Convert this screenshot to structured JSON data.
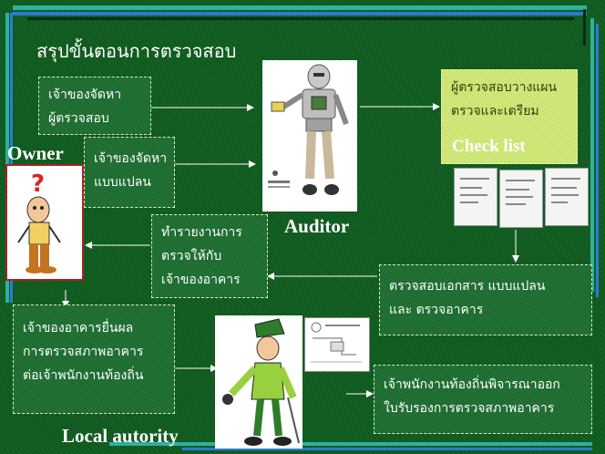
{
  "title": "สรุปขั้นตอนการตรวจสอบ",
  "boxes": {
    "owner_hire": [
      "เจ้าของจัดหา",
      "ผู้ตรวจสอบ"
    ],
    "owner_plan": [
      "เจ้าของจัดหา",
      "แบบแปลน"
    ],
    "auditor_plan": [
      "ผู้ตรวจสอบวางแผน",
      "ตรวจและเตรียม"
    ],
    "inspect": [
      "ตรวจสอบเอกสาร แบบแปลน",
      "และ ตรวจอาคาร"
    ],
    "report": [
      "ทำรายงานการ",
      "ตรวจให้กับ",
      "เจ้าของอาคาร"
    ],
    "submit": [
      "เจ้าของอาคารยื่นผล",
      "การตรวจสภาพอาคาร",
      "ต่อเจ้าพนักงานท้องถิ่น"
    ],
    "certificate": [
      "เจ้าพนักงานท้องถิ่นพิจารณาออก",
      "ใบรับรองการตรวจสภาพอาคาร"
    ]
  },
  "checklist_label": "Check list",
  "actors": {
    "owner": "Owner",
    "auditor": "Auditor",
    "local": "Local autority"
  },
  "colors": {
    "background": "#0f5a1e",
    "box": "#1b6b2e",
    "highlight_box": "#c9e36a",
    "arrow": "#ffffff",
    "stripe_blue": "#2a7bd6",
    "stripe_teal": "#2fb0a0"
  },
  "icons": [
    "owner-cartoon-icon",
    "robot-auditor-icon",
    "medieval-officer-icon",
    "document-icon",
    "map-document-icon"
  ]
}
